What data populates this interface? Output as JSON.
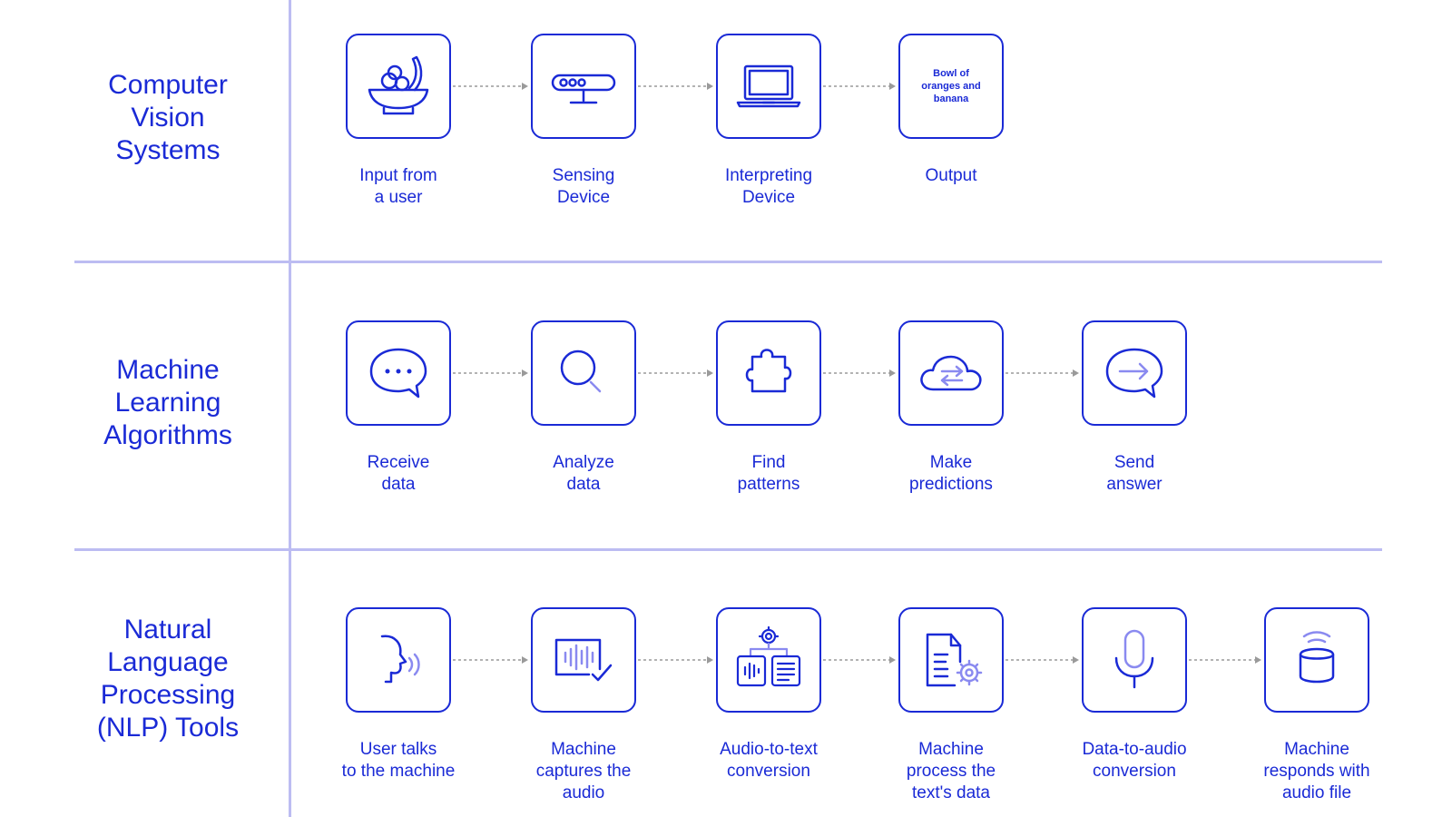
{
  "colors": {
    "accent": "#1a2ad6",
    "icon_light": "#8a8af0",
    "divider": "#bcbcf2",
    "arrow": "#9a9a9a"
  },
  "sections": [
    {
      "title": "Computer\nVision\nSystems",
      "steps": [
        {
          "label": "Input from\na user",
          "icon": "fruit-bowl-icon"
        },
        {
          "label": "Sensing\nDevice",
          "icon": "sensor-bar-icon"
        },
        {
          "label": "Interpreting\nDevice",
          "icon": "laptop-icon"
        },
        {
          "label": "Output",
          "icon": "output-text",
          "box_text": "Bowl of\noranges and\nbanana"
        }
      ]
    },
    {
      "title": "Machine\nLearning\nAlgorithms",
      "steps": [
        {
          "label": "Receive\ndata",
          "icon": "chat-bubble-icon"
        },
        {
          "label": "Analyze\ndata",
          "icon": "magnifier-icon"
        },
        {
          "label": "Find\npatterns",
          "icon": "puzzle-piece-icon"
        },
        {
          "label": "Make\npredictions",
          "icon": "cloud-sync-icon"
        },
        {
          "label": "Send\nanswer",
          "icon": "chat-arrow-icon"
        }
      ]
    },
    {
      "title": "Natural\nLanguage\nProcessing\n(NLP) Tools",
      "steps": [
        {
          "label": "User talks\nto the machine",
          "icon": "speaking-head-icon"
        },
        {
          "label": "Machine\ncaptures the\naudio",
          "icon": "audio-capture-icon"
        },
        {
          "label": "Audio-to-text\nconversion",
          "icon": "audio-to-text-icon"
        },
        {
          "label": "Machine\nprocess the\ntext's data",
          "icon": "document-gear-icon"
        },
        {
          "label": "Data-to-audio\nconversion",
          "icon": "microphone-icon"
        },
        {
          "label": "Machine\nresponds with\naudio file",
          "icon": "smart-speaker-icon"
        }
      ]
    }
  ]
}
